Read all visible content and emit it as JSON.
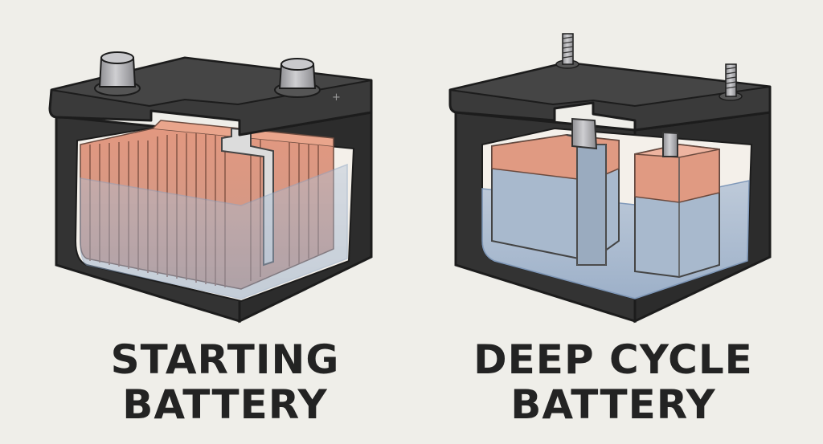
{
  "labels": {
    "starting": {
      "line1": "STARTING",
      "line2": "BATTERY"
    },
    "deep_cycle": {
      "line1": "DEEP CYCLE",
      "line2": "BATTERY"
    },
    "terminal_mark": "+"
  },
  "colors": {
    "background": "#efeee9",
    "casing": "#343434",
    "casing_top": "#3d3d3d",
    "outline": "#1c1c1c",
    "plate_copper": "#d98a72",
    "plate_submerged": "#c4a7a2",
    "electrolyte": "#a6b9cf",
    "electrolyte_deep": "#8aa2c1",
    "terminal_metal": "#b5b5b8",
    "text": "#232323"
  },
  "icons": {
    "starting_battery": "starting-battery-cutaway-icon",
    "deep_cycle_battery": "deep-cycle-battery-cutaway-icon"
  }
}
